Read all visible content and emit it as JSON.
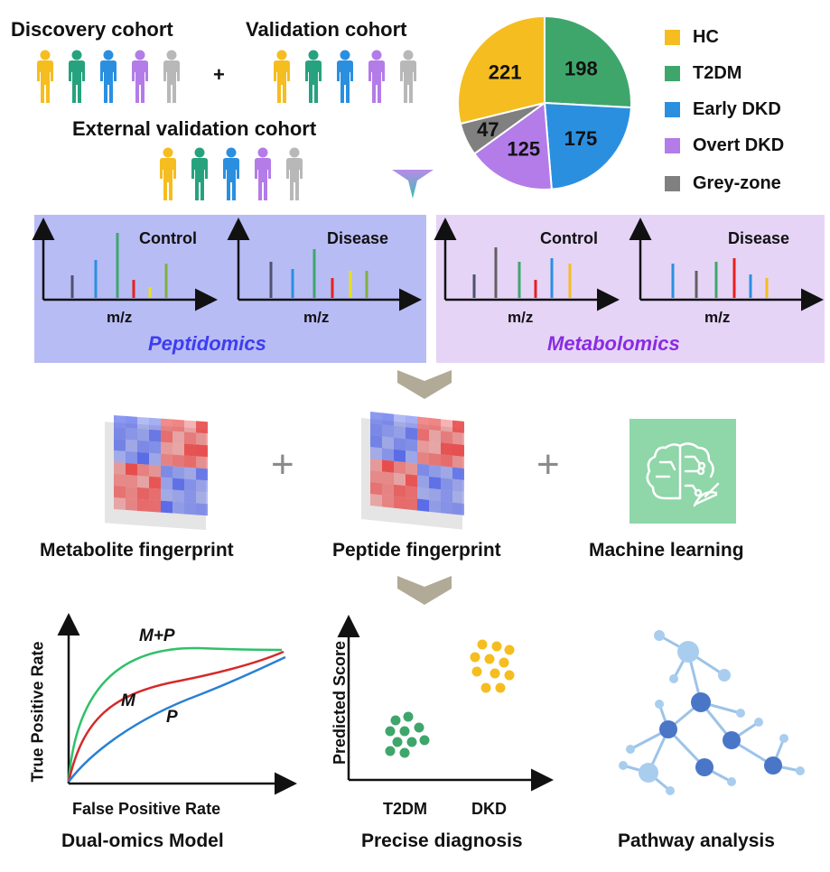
{
  "cohorts": {
    "discovery": "Discovery cohort",
    "validation": "Validation cohort",
    "external": "External validation cohort",
    "plus": "+"
  },
  "colors": {
    "hc": "#f5bd1f",
    "t2dm": "#3fa66b",
    "early_dkd": "#2b8fe0",
    "overt_dkd": "#b37ce8",
    "grey_zone": "#808080",
    "peptidomics_panel": "#b8bcf5",
    "metabolomics_panel": "#e6d4f7",
    "peptidomics_text": "#3d3df0",
    "metabolomics_text": "#8a2be2",
    "ml_box": "#8fd6a8"
  },
  "chart_data": {
    "type": "pie",
    "categories": [
      "HC",
      "T2DM",
      "Early DKD",
      "Overt DKD",
      "Grey-zone"
    ],
    "values": [
      221,
      198,
      175,
      125,
      47
    ],
    "colors": [
      "#f5bd1f",
      "#3fa66b",
      "#2b8fe0",
      "#b37ce8",
      "#808080"
    ],
    "legend": "right"
  },
  "omics": {
    "control": "Control",
    "disease": "Disease",
    "mz": "m/z",
    "peptidomics": "Peptidomics",
    "metabolomics": "Metabolomics"
  },
  "fingerprints": {
    "metabolite": "Metabolite fingerprint",
    "peptide": "Peptide fingerprint",
    "machine_learning": "Machine learning",
    "plus": "+"
  },
  "roc": {
    "ylabel": "True Positive Rate",
    "xlabel": "False Positive Rate",
    "curve_mp": "M+P",
    "curve_m": "M",
    "curve_p": "P",
    "caption": "Dual-omics Model"
  },
  "diagnosis": {
    "ylabel": "Predicted Score",
    "group1": "T2DM",
    "group2": "DKD",
    "caption": "Precise diagnosis"
  },
  "pathway": {
    "caption": "Pathway analysis"
  }
}
